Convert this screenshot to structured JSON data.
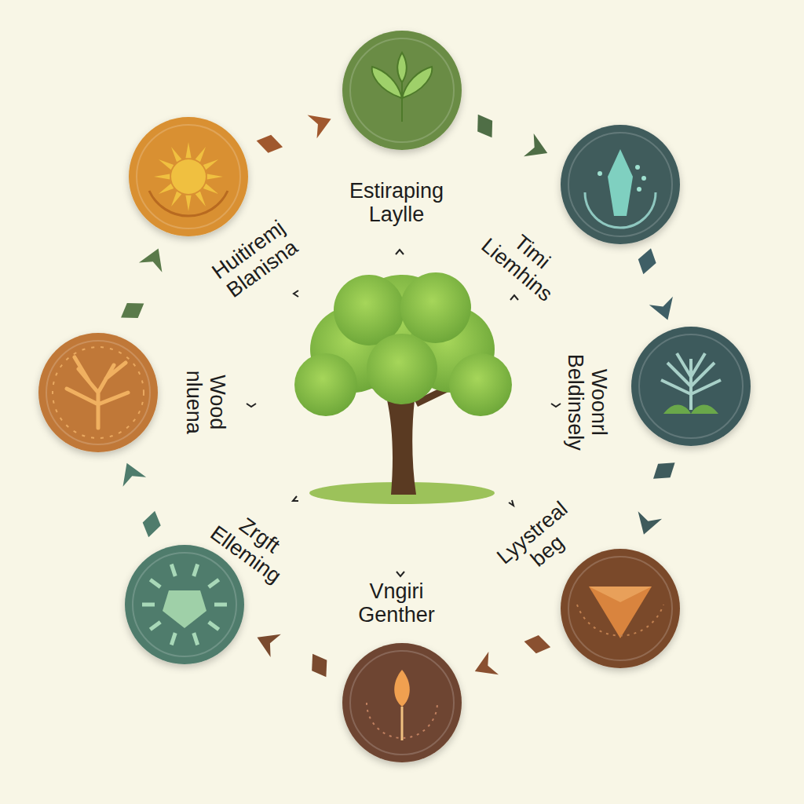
{
  "diagram": {
    "labels": [
      "Estiraping Laylle",
      "Timi Liemhins",
      "Huitiremj Blanisna",
      "Wood nluena",
      "Woonrl Beldinsely",
      "Zrgft Elleming",
      "Lyystreal beg",
      "Vngiri Genther"
    ]
  }
}
